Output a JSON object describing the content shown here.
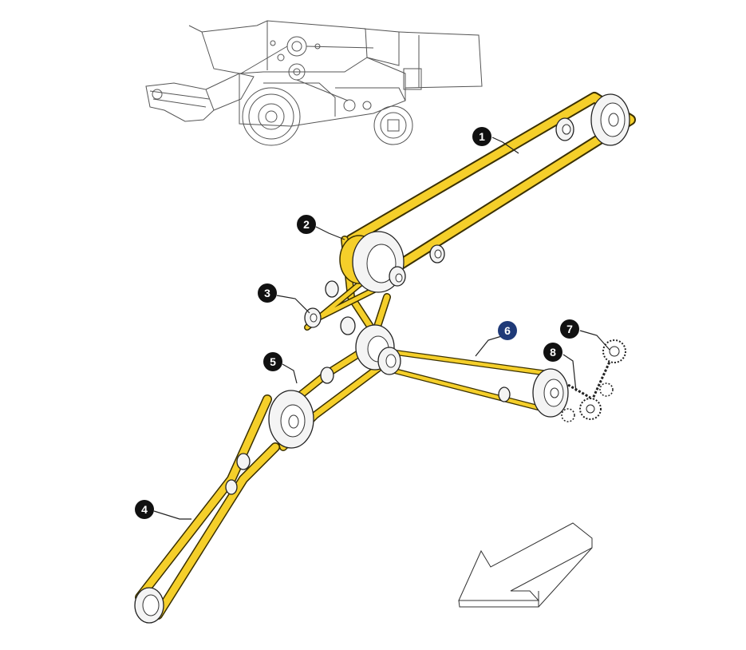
{
  "callouts": [
    {
      "id": "1",
      "highlighted": false
    },
    {
      "id": "2",
      "highlighted": false
    },
    {
      "id": "3",
      "highlighted": false
    },
    {
      "id": "4",
      "highlighted": false
    },
    {
      "id": "5",
      "highlighted": false
    },
    {
      "id": "6",
      "highlighted": true
    },
    {
      "id": "7",
      "highlighted": false
    },
    {
      "id": "8",
      "highlighted": false
    }
  ],
  "colors": {
    "belt": "#f5cf2a",
    "belt_edge": "#3a3000",
    "callout_fill": "#111111",
    "callout_highlight_fill": "#1f3a78",
    "chain": "#222222"
  },
  "icons": {
    "machine": "combine-harvester-outline-icon",
    "direction": "travel-direction-arrow-icon"
  }
}
